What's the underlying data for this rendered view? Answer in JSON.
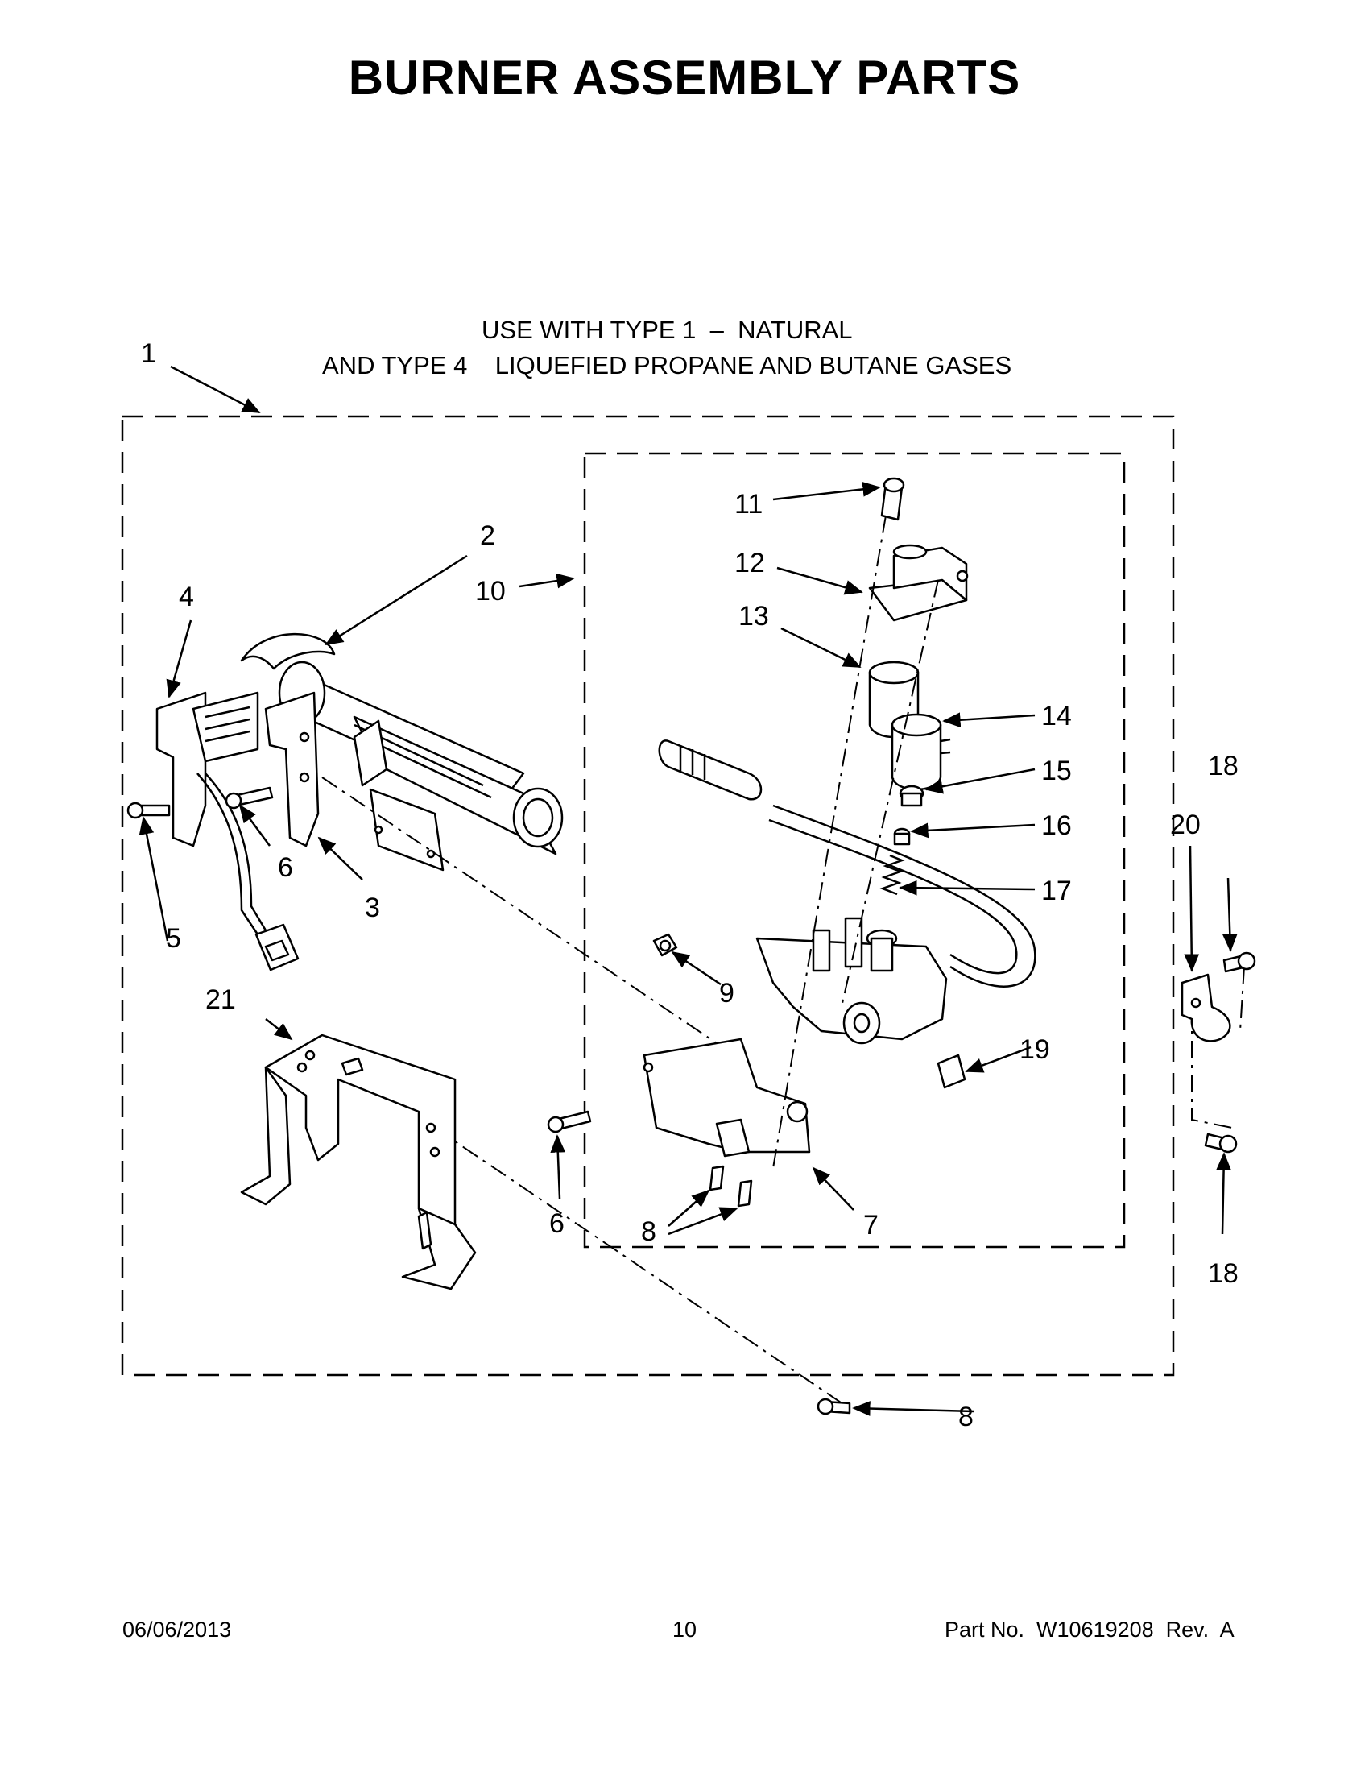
{
  "page": {
    "title": "BURNER ASSEMBLY PARTS",
    "subtitle_line1": "USE WITH TYPE 1  –  NATURAL",
    "subtitle_line2": "AND TYPE 4    LIQUEFIED PROPANE AND BUTANE GASES"
  },
  "callouts": {
    "c1": "1",
    "c2": "2",
    "c3": "3",
    "c4": "4",
    "c5": "5",
    "c6a": "6",
    "c6b": "6",
    "c7": "7",
    "c8a": "8",
    "c8b": "8",
    "c9": "9",
    "c10": "10",
    "c11": "11",
    "c12": "12",
    "c13": "13",
    "c14": "14",
    "c15": "15",
    "c16": "16",
    "c17": "17",
    "c18a": "18",
    "c18b": "18",
    "c19": "19",
    "c20": "20",
    "c21": "21"
  },
  "footer": {
    "date": "06/06/2013",
    "page_number": "10",
    "part_number": "Part No.  W10619208  Rev.  A"
  }
}
